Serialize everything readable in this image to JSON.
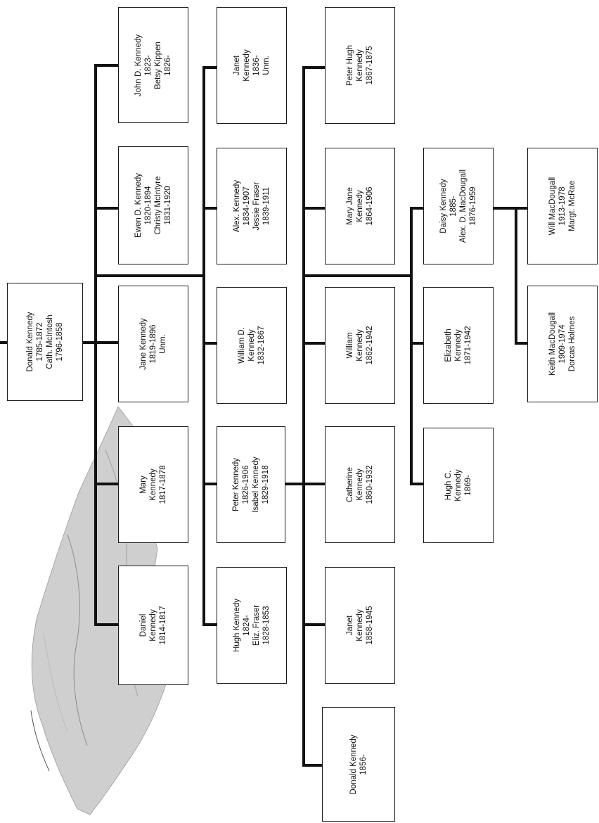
{
  "family_tree": {
    "root": {
      "lines": [
        "Donald Kennedy",
        "1785-1872",
        "Cath. McIntosh",
        "1796-1858"
      ]
    },
    "generation_2_row_1": [
      {
        "lines": [
          "John D. Kennedy",
          "1823-",
          "Betsy Kippen",
          "1826-"
        ]
      },
      {
        "lines": [
          "Ewen D. Kennedy",
          "1820-1894",
          "Christy McIntyre",
          "1831-1920"
        ]
      },
      {
        "lines": [
          "Jane Kennedy",
          "1819-1896",
          "Unm."
        ]
      },
      {
        "lines": [
          "Mary",
          "Kennedy",
          "1817-1878"
        ]
      },
      {
        "lines": [
          "Daniel",
          "Kennedy",
          "1814-1817"
        ]
      }
    ],
    "generation_2_row_2": [
      {
        "lines": [
          "Janet",
          "Kennedy",
          "1836-",
          "Unm."
        ]
      },
      {
        "lines": [
          "Alex. Kennedy",
          "1834-1907",
          "Jessie Fraser",
          "1839-1911"
        ]
      },
      {
        "lines": [
          "William D.",
          "Kennedy",
          "1832-1867"
        ]
      },
      {
        "lines": [
          "Peter Kennedy",
          "1826-1906",
          "Isabel Kennedy",
          "1829-1918"
        ]
      },
      {
        "lines": [
          "Hugh Kennedy",
          "1824-",
          "Eliz. Fraser",
          "1828-1853"
        ]
      }
    ],
    "generation_3": [
      {
        "lines": [
          "Peter Hugh",
          "Kennedy",
          "1867-1875"
        ]
      },
      {
        "lines": [
          "Mary Jane",
          "Kennedy",
          "1864-1906"
        ]
      },
      {
        "lines": [
          "William",
          "Kennedy",
          "1862-1942"
        ]
      },
      {
        "lines": [
          "Catherine",
          "Kennedy",
          "1860-1932"
        ]
      },
      {
        "lines": [
          "Janet",
          "Kennedy",
          "1858-1945"
        ]
      },
      {
        "lines": [
          "Donald Kennedy",
          "1856-"
        ]
      }
    ],
    "generation_3_row_2": [
      {
        "lines": [
          "Daisy Kennedy",
          "1885-",
          "Alex. D. MacDougall",
          "1876-1959"
        ]
      },
      {
        "lines": [
          "Elizabeth",
          "Kennedy",
          "1871-1942"
        ]
      },
      {
        "lines": [
          "Hugh C.",
          "Kennedy",
          "1869-"
        ]
      }
    ],
    "generation_4": [
      {
        "lines": [
          "Will MacDougall",
          "1913-1978",
          "Margt. McRae"
        ]
      },
      {
        "lines": [
          "Keith MacDougall",
          "1909-1974",
          "Dorcas Holmes"
        ]
      }
    ]
  }
}
